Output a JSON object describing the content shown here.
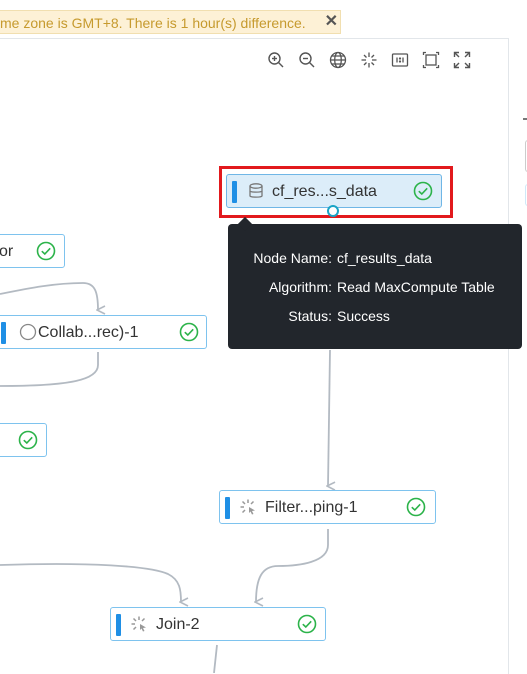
{
  "notice": {
    "text": "me zone is GMT+8. There is 1 hour(s) difference.",
    "close_glyph": "✕"
  },
  "toolbar": {
    "tools": [
      {
        "name": "zoom-in-icon"
      },
      {
        "name": "zoom-out-icon"
      },
      {
        "name": "globe-icon"
      },
      {
        "name": "fit-center-icon"
      },
      {
        "name": "actual-size-icon"
      },
      {
        "name": "fit-canvas-icon"
      },
      {
        "name": "fullscreen-icon"
      }
    ]
  },
  "nodes": [
    {
      "id": "cf-results",
      "label": "cf_res...s_data",
      "icon": "database-icon",
      "selected": true
    },
    {
      "id": "partial-or",
      "label": "or",
      "icon": "",
      "selected": false
    },
    {
      "id": "collab",
      "label": "Collab...rec)-1",
      "icon": "circle-icon",
      "selected": false
    },
    {
      "id": "partial-3",
      "label": "",
      "icon": "",
      "selected": false
    },
    {
      "id": "filter",
      "label": "Filter...ping-1",
      "icon": "loading-spinner-icon",
      "selected": false
    },
    {
      "id": "join",
      "label": "Join-2",
      "icon": "loading-spinner-icon",
      "selected": false
    }
  ],
  "tooltip": {
    "node_name_label": "Node Name:",
    "node_name_value": "cf_results_data",
    "algorithm_label": "Algorithm:",
    "algorithm_value": "Read MaxCompute Table",
    "status_label": "Status:",
    "status_value": "Success"
  },
  "colors": {
    "node_border": "#7ec3ee",
    "node_bar": "#1f8fe5",
    "success": "#2cb34a",
    "edge": "#b3bac2",
    "highlight": "#e2191d",
    "tooltip_bg": "#22262c"
  }
}
